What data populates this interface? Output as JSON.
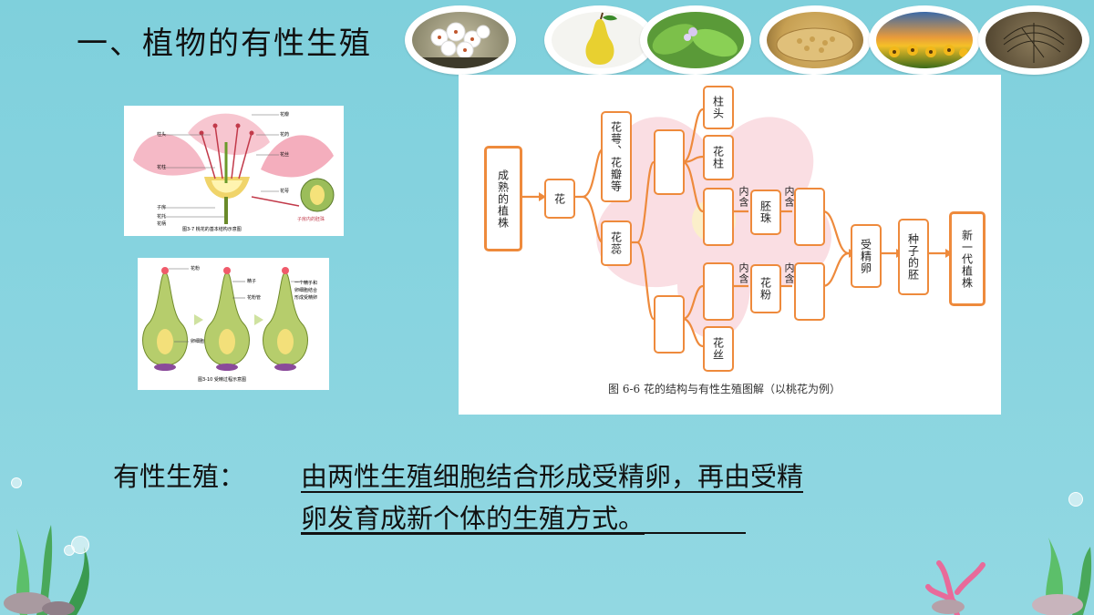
{
  "title": "一、植物的有性生殖",
  "thumbs": [
    "pear-blossom",
    "pear",
    "leaves",
    "soybeans",
    "sunflowers",
    "seeds"
  ],
  "fig1": {
    "labels": [
      "花瓣",
      "柱头",
      "花药",
      "花丝",
      "花柱",
      "花萼",
      "子房",
      "花托",
      "花柄",
      "子房内的胚珠"
    ],
    "caption": "图3-7   桃花的基本结构示意图"
  },
  "fig2": {
    "labels": [
      "花粉",
      "精子",
      "花粉管",
      "一个精子和",
      "卵细胞结合",
      "形成受精卵",
      "卵细胞"
    ],
    "caption": "图3-10   受精过程示意图"
  },
  "diagram": {
    "plant": "成熟的植株",
    "flower": "花",
    "calyx": "花萼、花瓣等",
    "pistil": "花蕊",
    "stigma": "柱头",
    "style": "花柱",
    "ovule": "胚珠",
    "pollen": "花粉",
    "filament": "花丝",
    "contain": "内含",
    "zygote": "受精卵",
    "embryo": "种子的胚",
    "new_plant": "新一代植株",
    "caption": "图 6-6    花的结构与有性生殖图解（以桃花为例）"
  },
  "definition": {
    "label": "有性生殖：",
    "line1": "由两性生殖细胞结合形成受精卵，再由受精",
    "line2": "卵发育成新个体的生殖方式。"
  },
  "colors": {
    "accent": "#ee8a3c",
    "background": "#86d3df"
  }
}
